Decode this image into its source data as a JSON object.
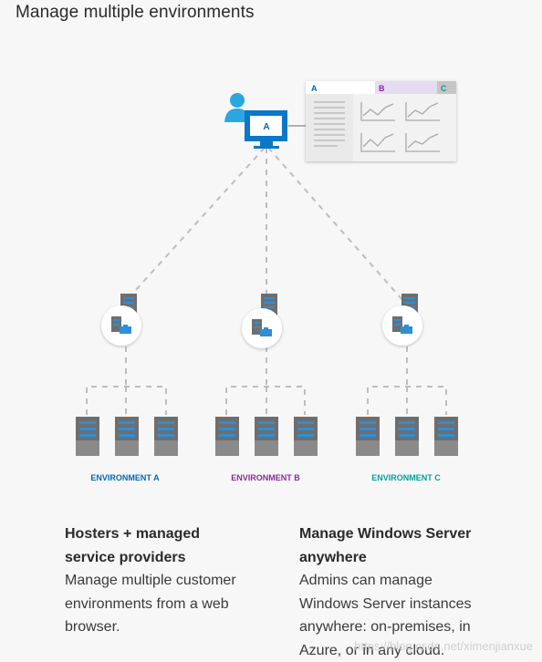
{
  "title": "Manage multiple environments",
  "browser": {
    "tabs": [
      {
        "label": "A",
        "color": "#0067b8"
      },
      {
        "label": "B",
        "color": "#8a2b9a"
      },
      {
        "label": "C",
        "color": "#00a0a0"
      }
    ]
  },
  "monitor_label": "A",
  "environments": [
    {
      "label": "ENVIRONMENT A",
      "color": "#0067b8"
    },
    {
      "label": "ENVIRONMENT B",
      "color": "#8a2b9a"
    },
    {
      "label": "ENVIRONMENT C",
      "color": "#00a0a0"
    }
  ],
  "columns": [
    {
      "heading_lines": [
        "Hosters + managed",
        "service providers"
      ],
      "body_lines": [
        "Manage multiple customer",
        "environments from a web",
        "browser."
      ]
    },
    {
      "heading_lines": [
        "Manage Windows Server",
        "anywhere"
      ],
      "body_lines": [
        "Admins can manage",
        "Windows Server instances",
        "anywhere: on-premises, in",
        "Azure, or in any cloud."
      ]
    }
  ],
  "watermark": "https://blog.csdn.net/ximenjianxue",
  "colors": {
    "accent": "#0078d4",
    "server_gray": "#6b6b6b",
    "line": "#bdbdbd"
  }
}
